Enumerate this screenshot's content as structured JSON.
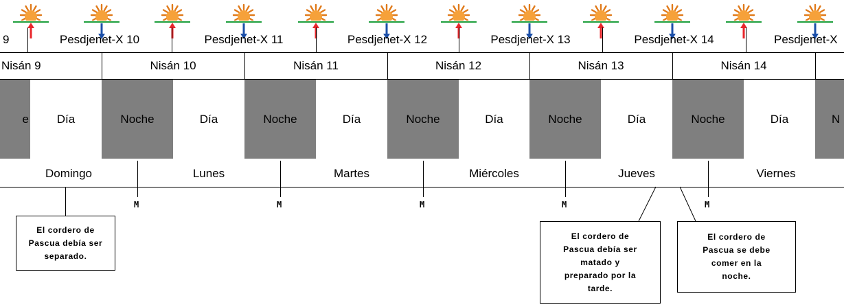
{
  "colors": {
    "night_fill": "#7f7f7f",
    "day_fill": "#ffffff",
    "line": "#000000",
    "sun_body": "#f6a13a",
    "sun_rays": "#e07a1a",
    "horizon": "#1e9f3c",
    "sunrise_arrow": "#e8262b",
    "sunset_arrow": "#1b4fa8"
  },
  "sun_events": [
    "sunrise-icon",
    "sunset-icon",
    "sunrise-icon",
    "sunset-icon",
    "sunrise-icon",
    "sunset-icon",
    "sunrise-icon",
    "sunset-icon",
    "sunrise-icon",
    "sunset-icon",
    "sunrise-icon",
    "sunset-icon"
  ],
  "pesdjenet_row": [
    "9",
    "Pesdjenet-X 10",
    "Pesdjenet-X 11",
    "Pesdjenet-X 12",
    "Pesdjenet-X 13",
    "Pesdjenet-X 14",
    "Pesdjenet-X"
  ],
  "nisan_row": [
    "Nisán 9",
    "Nisán 10",
    "Nisán 11",
    "Nisán 12",
    "Nisán 13",
    "Nisán 14"
  ],
  "day_night_row": [
    "e",
    "Día",
    "Noche",
    "Día",
    "Noche",
    "Día",
    "Noche",
    "Día",
    "Noche",
    "Día",
    "Noche",
    "Día",
    "N"
  ],
  "weekday_row": [
    "Domingo",
    "Lunes",
    "Martes",
    "Miércoles",
    "Jueves",
    "Viernes"
  ],
  "midnight_marks": [
    "M",
    "M",
    "M",
    "M",
    "M"
  ],
  "notes": [
    "El cordero de\nPascua debía ser\nseparado.",
    "El cordero de\nPascua debía ser\nmatado y\npreparado por la\ntarde.",
    "El cordero de\nPascua se debe\ncomer en la\nnoche."
  ]
}
